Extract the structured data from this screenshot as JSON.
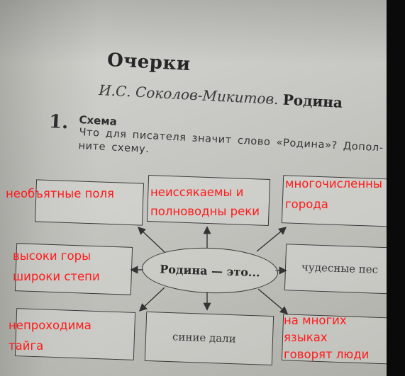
{
  "page": {
    "section_title": "Очерки",
    "author": "И.С. Соколов-Микитов.",
    "work_title": "Родина",
    "task_number": "1.",
    "task_heading": "Схема",
    "task_text_line1": "Что для писателя значит слово «Родина»? Допол-",
    "task_text_line2": "ните схему."
  },
  "diagram": {
    "center": "Родина — это...",
    "printed": {
      "right_middle": "чудесные пес",
      "bottom_center": "синие дали"
    },
    "handwritten": {
      "top_left": "необъятные поля",
      "top_center_line1": "неиссякаемы и",
      "top_center_line2": "полноводны реки",
      "top_right_line1": "многочисленны",
      "top_right_line2": "города",
      "middle_left_line1": "высоки горы",
      "middle_left_line2": "широки степи",
      "bottom_left_line1": "непроходима",
      "bottom_left_line2": "тайга",
      "bottom_right_line1": "на многих",
      "bottom_right_line2": "языках",
      "bottom_right_line3": "говорят люди"
    },
    "colors": {
      "handwriting": "#ff1a1a",
      "ink": "#333333",
      "paper": "#cfcfca"
    }
  }
}
